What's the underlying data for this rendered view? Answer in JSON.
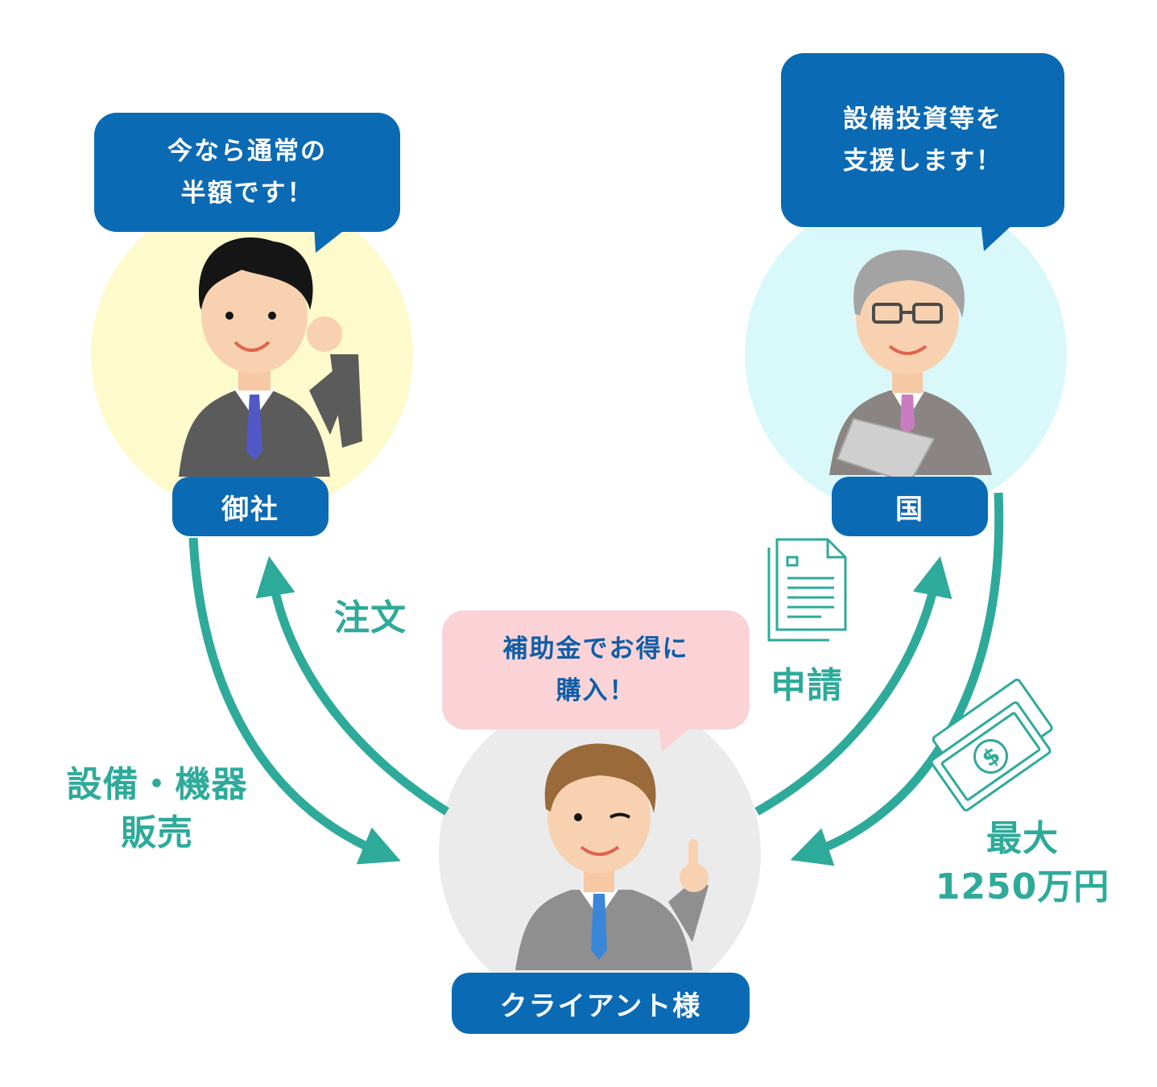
{
  "colors": {
    "brand_blue": "#0b6ab4",
    "teal": "#2eaa9a",
    "pink_bubble": "#fbd3d6",
    "yellow_circle": "#fdfbcc",
    "cyan_circle": "#d9f8f9",
    "gray_circle": "#ebebeb"
  },
  "company": {
    "label": "御社",
    "speech": [
      "今なら通常の",
      "半額です！"
    ]
  },
  "government": {
    "label": "国",
    "speech": [
      "設備投資等を",
      "支援します！"
    ]
  },
  "client": {
    "label": "クライアント様",
    "speech": [
      "補助金でお得に",
      "購入！"
    ]
  },
  "flows": {
    "order": "注文",
    "sales": [
      "設備・機器",
      "販売"
    ],
    "application": "申請",
    "subsidy": [
      "最大",
      "1250万円"
    ]
  },
  "icons": {
    "document": "document-icon",
    "money": "money-bill-icon"
  }
}
